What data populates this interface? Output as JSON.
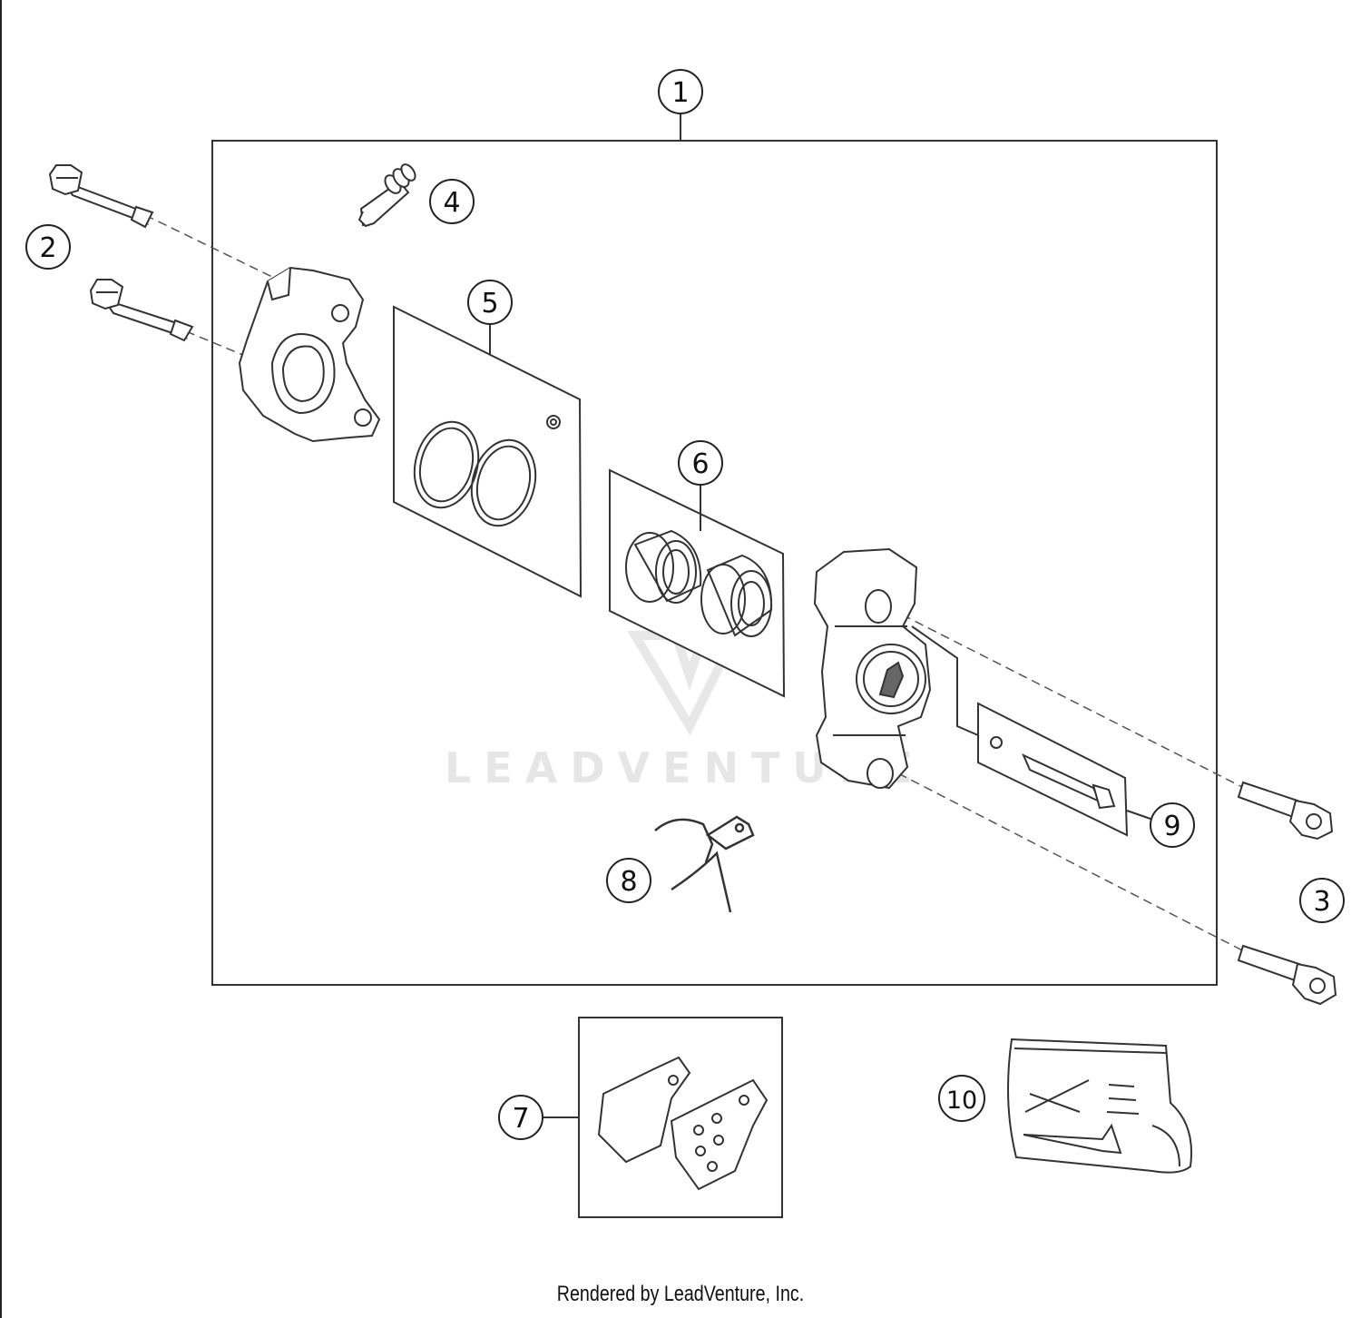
{
  "callouts": [
    "1",
    "2",
    "3",
    "4",
    "5",
    "6",
    "7",
    "8",
    "9",
    "10"
  ],
  "watermark": {
    "text": "LEADVENTURE"
  },
  "footer": {
    "text": "Rendered by LeadVenture, Inc."
  },
  "colors": {
    "line": "#333333",
    "dash": "#555555",
    "watermark": "#e6e6e6"
  }
}
